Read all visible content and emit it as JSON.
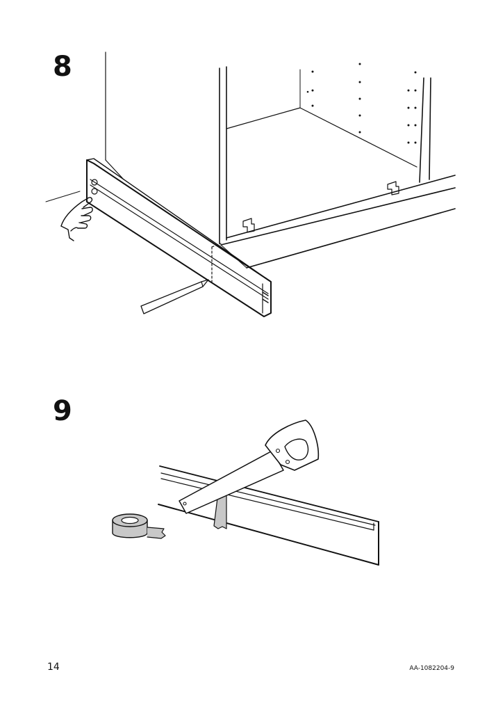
{
  "steps": [
    {
      "number": "8"
    },
    {
      "number": "9"
    }
  ],
  "footer": {
    "page_number": "14",
    "document_code": "AA-1082204-9"
  },
  "icons": [
    "hand-pressing-icon",
    "pencil-icon",
    "tape-roll-icon",
    "handsaw-icon"
  ],
  "colors": {
    "line": "#111111",
    "tape": "#c8c8c8",
    "background": "#ffffff"
  }
}
